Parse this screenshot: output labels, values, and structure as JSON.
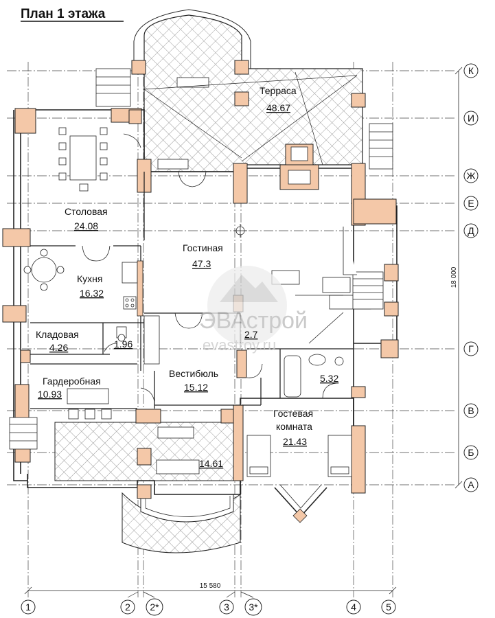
{
  "title": "План 1 этажа",
  "rooms": {
    "terrace": {
      "name": "Терраса",
      "area": "48.67"
    },
    "dining": {
      "name": "Столовая",
      "area": "24.08"
    },
    "living": {
      "name": "Гостиная",
      "area": "47.3"
    },
    "kitchen": {
      "name": "Кухня",
      "area": "16.32"
    },
    "pantry": {
      "name": "Кладовая",
      "area": "4.26"
    },
    "wc": {
      "area": "1.96"
    },
    "hallway": {
      "area": "2.7"
    },
    "wardrobe": {
      "name": "Гардеробная",
      "area": "10.93"
    },
    "vestibule": {
      "name": "Вестибюль",
      "area": "15.12"
    },
    "bath": {
      "area": "5.32"
    },
    "guest": {
      "name1": "Гостевая",
      "name2": "комната",
      "area": "21.43"
    },
    "porch": {
      "area": "14.61"
    }
  },
  "axes_right": [
    "К",
    "И",
    "Ж",
    "Е",
    "Д",
    "Г",
    "В",
    "Б",
    "А"
  ],
  "axes_bottom": [
    "1",
    "2",
    "2*",
    "3",
    "3*",
    "4",
    "5"
  ],
  "dimensions": {
    "width": "15 580",
    "height": "18 000"
  },
  "watermark": {
    "brand": "ЭВАстрой",
    "site": "evastroy.ru"
  },
  "colors": {
    "wall": "#f4c8a8",
    "line": "#222222",
    "hatch": "#9a9a9a"
  }
}
